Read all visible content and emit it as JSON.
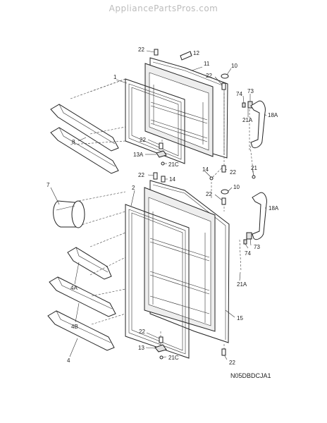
{
  "watermark": "AppliancePartsPros.com",
  "diagram_code": "N05DBDCJA1",
  "callouts": {
    "c1": "1",
    "c2": "2",
    "c4": "4",
    "c4A": "4A",
    "c4B": "4B",
    "c7": "7",
    "c8": "8",
    "c10a": "10",
    "c10b": "10",
    "c11": "11",
    "c12": "12",
    "c13": "13",
    "c13A": "13A",
    "c14a": "14",
    "c14b": "14",
    "c15": "15",
    "c18Aa": "18A",
    "c18Ab": "18A",
    "c21": "21",
    "c21Aa": "21A",
    "c21Ab": "21A",
    "c21Ca": "21C",
    "c21Cb": "21C",
    "c22a": "22",
    "c22b": "22",
    "c22c": "22",
    "c22d": "22",
    "c22e": "22",
    "c22f": "22",
    "c22g": "22",
    "c22h": "22",
    "c73a": "73",
    "c73b": "73",
    "c74a": "74",
    "c74b": "74"
  }
}
